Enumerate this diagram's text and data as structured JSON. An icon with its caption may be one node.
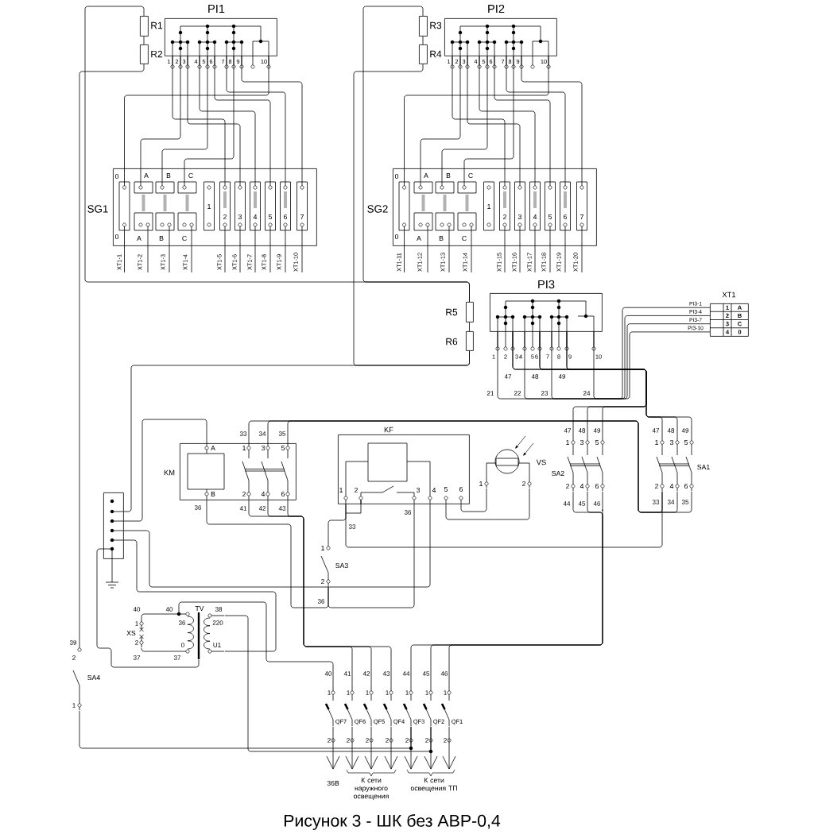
{
  "diagram": {
    "caption": "Рисунок 3 - ШК без АВР-0,4",
    "nodes": [
      {
        "text": [
          "PI1",
          "1",
          "2",
          "3",
          "4",
          "5",
          "6",
          "7",
          "8",
          "9",
          "10"
        ]
      },
      {
        "text": [
          "R1"
        ]
      },
      {
        "text": [
          "R2"
        ]
      },
      {
        "text": [
          "0",
          "A",
          "B",
          "C",
          "SG1",
          "1",
          "2",
          "3",
          "4",
          "5",
          "6",
          "7",
          "0",
          "A",
          "B",
          "C"
        ]
      },
      {
        "text": [
          "PI2",
          "1",
          "2",
          "3",
          "4",
          "5",
          "6",
          "7",
          "8",
          "9",
          "10"
        ]
      },
      {
        "text": [
          "R3"
        ]
      },
      {
        "text": [
          "R4"
        ]
      },
      {
        "text": [
          "0",
          "A",
          "B",
          "C",
          "SG2",
          "1",
          "2",
          "3",
          "4",
          "5",
          "6",
          "7",
          "0",
          "A",
          "B",
          "C"
        ]
      },
      {
        "text": [
          "R5"
        ]
      },
      {
        "text": [
          "R6"
        ]
      },
      {
        "text": [
          "PI3",
          "1",
          "2",
          "3",
          "4",
          "5",
          "6",
          "7",
          "8",
          "9",
          "10"
        ]
      },
      {
        "text": [
          "XT1",
          "1",
          "A",
          "2",
          "B",
          "3",
          "C",
          "4",
          "0"
        ]
      },
      {
        "text": [],
        "shape": "box"
      },
      {
        "text": [
          "A",
          "1",
          "3",
          "5",
          "KM",
          "B",
          "2",
          "4",
          "6"
        ]
      },
      {
        "text": [
          "KF",
          "1",
          "2",
          "3",
          "4",
          "5",
          "6"
        ]
      },
      {
        "text": [
          "VS",
          "1",
          "2"
        ]
      },
      {
        "text": [
          "1",
          "3",
          "5",
          "SA2",
          "2",
          "4",
          "6"
        ]
      },
      {
        "text": [
          "1",
          "3",
          "5",
          "SA1",
          "2",
          "4",
          "6"
        ]
      },
      {
        "text": [
          "1",
          "SA3",
          "2"
        ]
      },
      {
        "text": [
          "TV",
          "36",
          "220",
          "0",
          "U1"
        ]
      },
      {
        "text": [
          "1",
          "XS",
          "2"
        ]
      },
      {
        "text": [
          "2",
          "SA4",
          "1"
        ]
      },
      {
        "text": [
          "1",
          "QF7",
          "2"
        ]
      },
      {
        "text": [
          "1",
          "QF6",
          "2"
        ]
      },
      {
        "text": [
          "1",
          "QF5",
          "2"
        ]
      },
      {
        "text": [
          "1",
          "QF4",
          "2"
        ]
      },
      {
        "text": [
          "1",
          "QF3",
          "2"
        ]
      },
      {
        "text": [
          "1",
          "QF2",
          "2"
        ]
      },
      {
        "text": [
          "1",
          "QF1",
          "2"
        ]
      },
      {
        "text": [
          "36В"
        ]
      },
      {
        "text": [
          "К сети наружного освещения"
        ]
      },
      {
        "text": [
          "К сети освещения ТП"
        ]
      }
    ],
    "edges": [
      {
        "from": 0,
        "to": 3,
        "arrow": "none"
      },
      {
        "from": 0,
        "to": 3,
        "arrow": "none"
      },
      {
        "from": 0,
        "to": 3,
        "arrow": "none"
      },
      {
        "from": 0,
        "to": 3,
        "arrow": "none"
      },
      {
        "from": 0,
        "to": 3,
        "arrow": "none"
      },
      {
        "from": 0,
        "to": 3,
        "arrow": "none"
      },
      {
        "from": 0,
        "to": 3,
        "arrow": "none"
      },
      {
        "from": 0,
        "to": 3,
        "arrow": "none"
      },
      {
        "from": 0,
        "to": 3,
        "arrow": "none"
      },
      {
        "from": 0,
        "to": 3,
        "arrow": "none"
      },
      {
        "from": 4,
        "to": 7,
        "arrow": "none"
      },
      {
        "from": 4,
        "to": 7,
        "arrow": "none"
      },
      {
        "from": 4,
        "to": 7,
        "arrow": "none"
      },
      {
        "from": 4,
        "to": 7,
        "arrow": "none"
      },
      {
        "from": 4,
        "to": 7,
        "arrow": "none"
      },
      {
        "from": 4,
        "to": 7,
        "arrow": "none"
      },
      {
        "from": 4,
        "to": 7,
        "arrow": "none"
      },
      {
        "from": 4,
        "to": 7,
        "arrow": "none"
      },
      {
        "from": 4,
        "to": 7,
        "arrow": "none"
      },
      {
        "from": 4,
        "to": 7,
        "arrow": "none"
      },
      {
        "from": 1,
        "to": 2,
        "arrow": "none"
      },
      {
        "from": 5,
        "to": 6,
        "arrow": "none"
      },
      {
        "from": 8,
        "to": 9,
        "arrow": "none"
      },
      {
        "from": 1,
        "to": 8,
        "arrow": "none"
      },
      {
        "from": 5,
        "to": 8,
        "arrow": "none"
      },
      {
        "from": 6,
        "to": 9,
        "arrow": "none"
      },
      {
        "from": 2,
        "to": 21,
        "arrow": "none"
      },
      {
        "from": 9,
        "to": 12,
        "arrow": "none"
      },
      {
        "from": 10,
        "to": 11,
        "arrow": "none",
        "label": "PI3-1"
      },
      {
        "from": 10,
        "to": 11,
        "arrow": "none",
        "label": "PI3-4"
      },
      {
        "from": 10,
        "to": 11,
        "arrow": "none",
        "label": "PI3-7"
      },
      {
        "from": 10,
        "to": 11,
        "arrow": "none",
        "label": "PI3-10"
      },
      {
        "from": 10,
        "to": 16,
        "arrow": "none"
      },
      {
        "from": 10,
        "to": 16,
        "arrow": "none"
      },
      {
        "from": 10,
        "to": 16,
        "arrow": "none"
      },
      {
        "from": 10,
        "to": 17,
        "arrow": "none"
      },
      {
        "from": 10,
        "to": 17,
        "arrow": "none"
      },
      {
        "from": 10,
        "to": 17,
        "arrow": "none"
      },
      {
        "from": 13,
        "to": 17,
        "arrow": "none"
      },
      {
        "from": 13,
        "to": 17,
        "arrow": "none"
      },
      {
        "from": 13,
        "to": 17,
        "arrow": "none"
      },
      {
        "from": 13,
        "to": 23,
        "arrow": "none"
      },
      {
        "from": 13,
        "to": 24,
        "arrow": "none"
      },
      {
        "from": 13,
        "to": 25,
        "arrow": "none"
      },
      {
        "from": 16,
        "to": 26,
        "arrow": "none"
      },
      {
        "from": 16,
        "to": 27,
        "arrow": "none"
      },
      {
        "from": 16,
        "to": 28,
        "arrow": "none"
      },
      {
        "from": 12,
        "to": 13,
        "arrow": "none"
      },
      {
        "from": 12,
        "to": 14,
        "arrow": "none"
      },
      {
        "from": 12,
        "to": 19,
        "arrow": "none"
      },
      {
        "from": 12,
        "to": 19,
        "arrow": "none"
      },
      {
        "from": 14,
        "to": 17,
        "arrow": "none"
      },
      {
        "from": 14,
        "to": 18,
        "arrow": "none"
      },
      {
        "from": 13,
        "to": 18,
        "arrow": "none"
      },
      {
        "from": 18,
        "to": 14,
        "arrow": "none"
      },
      {
        "from": 14,
        "to": 15,
        "arrow": "none"
      },
      {
        "from": 14,
        "to": 15,
        "arrow": "none"
      },
      {
        "from": 20,
        "to": 19,
        "arrow": "none"
      },
      {
        "from": 20,
        "to": 19,
        "arrow": "none"
      },
      {
        "from": 19,
        "to": 22,
        "arrow": "none"
      },
      {
        "from": 19,
        "to": 27,
        "arrow": "none"
      },
      {
        "from": 21,
        "to": 26,
        "arrow": "none"
      },
      {
        "from": 22,
        "to": 29,
        "arrow": "to"
      },
      {
        "from": 23,
        "to": 30,
        "arrow": "to"
      },
      {
        "from": 24,
        "to": 30,
        "arrow": "to"
      },
      {
        "from": 25,
        "to": 30,
        "arrow": "to"
      },
      {
        "from": 26,
        "to": 31,
        "arrow": "to"
      },
      {
        "from": 27,
        "to": 31,
        "arrow": "to"
      },
      {
        "from": 28,
        "to": 31,
        "arrow": "to"
      }
    ],
    "labels": [
      "XT1-1",
      "XT1-2",
      "XT1-3",
      "XT1-4",
      "XT1-5",
      "XT1-6",
      "XT1-7",
      "XT1-8",
      "XT1-9",
      "XT1-10",
      "XT1-11",
      "XT1-12",
      "XT1-13",
      "XT1-14",
      "XT1-15",
      "XT1-16",
      "XT1-17",
      "XT1-18",
      "XT1-19",
      "XT1-20",
      "47",
      "48",
      "49",
      "21",
      "22",
      "23",
      "24",
      "33",
      "34",
      "35",
      "47",
      "48",
      "49",
      "47",
      "48",
      "49",
      "36",
      "41",
      "42",
      "43",
      "36",
      "44",
      "45",
      "46",
      "33",
      "34",
      "35",
      "33",
      "36",
      "40",
      "40",
      "38",
      "37",
      "37",
      "39",
      "40",
      "41",
      "42",
      "43",
      "44",
      "45",
      "46"
    ]
  }
}
